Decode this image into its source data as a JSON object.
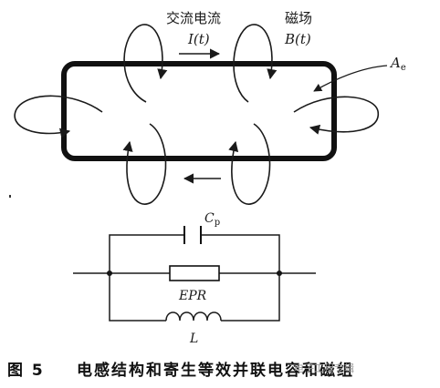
{
  "labels": {
    "current_cn": "交流电流",
    "current_sym": "I(t)",
    "field_cn": "磁场",
    "field_sym": "B(t)",
    "area_main": "A",
    "area_sub": "e",
    "cap_main": "C",
    "cap_sub": "p",
    "resistor": "EPR",
    "inductor": "L"
  },
  "caption": {
    "number": "图 5",
    "text": "电感结构和寄生等效并联电容和磁组"
  },
  "watermark": {
    "text": "电子工程专辑"
  }
}
